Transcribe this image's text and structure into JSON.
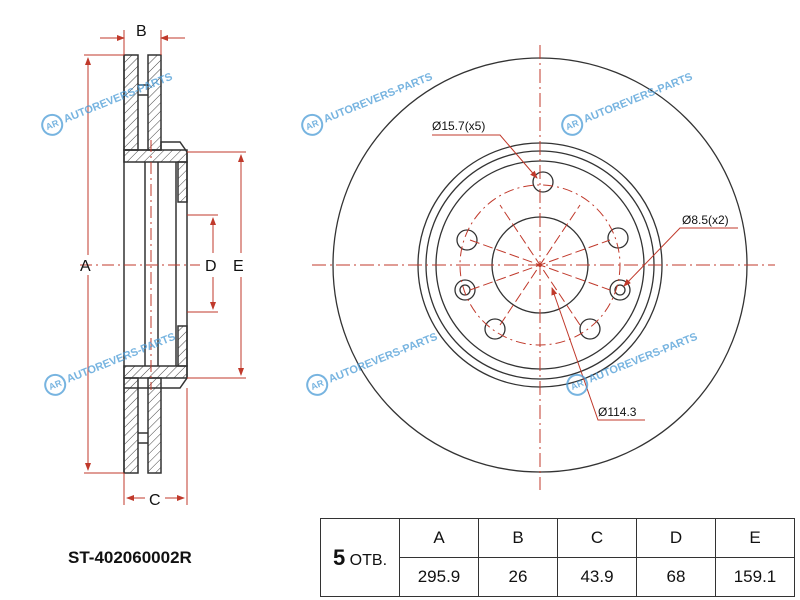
{
  "part_number": "ST-402060002R",
  "labels": {
    "A": "A",
    "B": "B",
    "C": "C",
    "D": "D",
    "E": "E"
  },
  "annotations": {
    "bolt_hole": "Ø15.7(x5)",
    "small_hole": "Ø8.5(x2)",
    "pcd": "Ø114.3"
  },
  "table": {
    "holes_count": "5",
    "holes_label": "ОТВ.",
    "headers": [
      "A",
      "B",
      "C",
      "D",
      "E"
    ],
    "values": [
      "295.9",
      "26",
      "43.9",
      "68",
      "159.1"
    ]
  },
  "watermark": {
    "text": "AUTOREVERS-PARTS",
    "icon": "AR"
  },
  "colors": {
    "dimension": "#c0392b",
    "outline": "#333333",
    "watermark": "#4a9bd6"
  }
}
